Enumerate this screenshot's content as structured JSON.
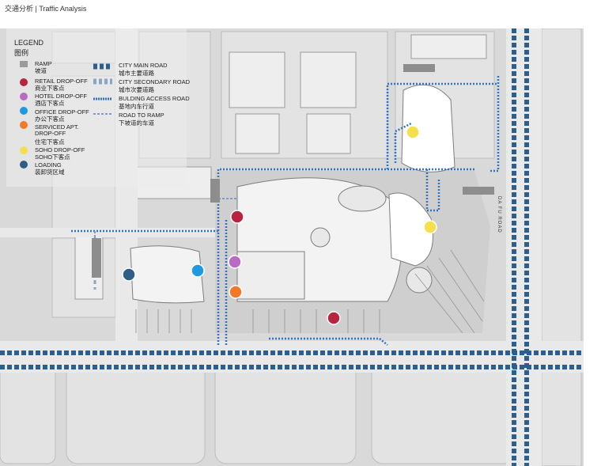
{
  "page_title": "交通分析 | Traffic Analysis",
  "legend": {
    "title_en": "LEGEND",
    "title_zh": "图例",
    "points": [
      {
        "id": "ramp",
        "en": "RAMP",
        "zh": "坡道",
        "color": "#9a9a9a"
      },
      {
        "id": "retail",
        "en": "RETAIL DROP-OFF",
        "zh": "商业下客点",
        "color": "#b8233f"
      },
      {
        "id": "hotel",
        "en": "HOTEL DROP-OFF",
        "zh": "酒店下客点",
        "color": "#b96bc4"
      },
      {
        "id": "office",
        "en": "OFFICE DROP-OFF",
        "zh": "办公下客点",
        "color": "#1f9ae0"
      },
      {
        "id": "serviced",
        "en": "SERVICED APT. DROP-OFF",
        "zh": "住宅下客点",
        "color": "#f07a2a"
      },
      {
        "id": "soho",
        "en": "SOHO DROP-OFF",
        "zh": "SOHO下客点",
        "color": "#f3e04a"
      },
      {
        "id": "loading",
        "en": "LOADING",
        "zh": "装卸货区域",
        "color": "#2f5f87"
      }
    ],
    "roads": [
      {
        "id": "main",
        "en": "CITY MAIN ROAD",
        "zh": "城市主要道路",
        "color": "#2c5f8e"
      },
      {
        "id": "secondary",
        "en": "CITY SECONDARY ROAD",
        "zh": "城市次要道路",
        "color": "#8aa6c4"
      },
      {
        "id": "access",
        "en": "BULDING ACCESS ROAD",
        "zh": "基地内车行道",
        "color": "#2e73c4"
      },
      {
        "id": "toramp",
        "en": "ROAD TO RAMP",
        "zh": "下坡道的车道",
        "color": "#7b9dc8"
      }
    ]
  },
  "road_label": "DA FU ROAD"
}
